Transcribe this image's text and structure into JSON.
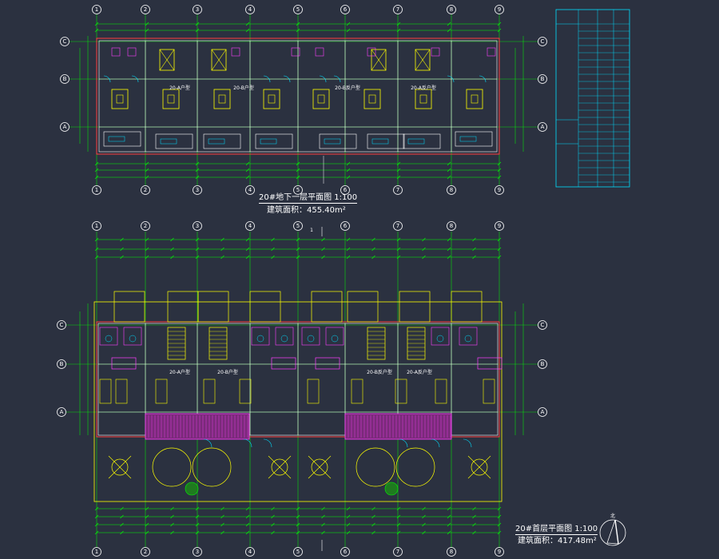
{
  "drawing": {
    "background": "#2b3140",
    "colors": {
      "grid": "#00ff00",
      "wall": "#ffffff",
      "outline_red": "#ff4040",
      "furniture": "#ffff00",
      "magenta": "#ff40ff",
      "cyan": "#00e0ff",
      "table_border": "#00e0ff"
    }
  },
  "axes": {
    "columns": [
      "1",
      "2",
      "3",
      "4",
      "5",
      "6",
      "7",
      "8",
      "9"
    ],
    "rows": [
      "C",
      "B",
      "A"
    ]
  },
  "basement_plan": {
    "units": [
      {
        "label": "20-A户型"
      },
      {
        "label": "20-B户型"
      },
      {
        "label": "20-B反户型"
      },
      {
        "label": "20-A反户型"
      }
    ],
    "caption_title": "20#地下一层平面图  1:100",
    "caption_area": "建筑面积：455.40m²"
  },
  "ground_plan": {
    "units": [
      {
        "label": "20-A户型"
      },
      {
        "label": "20-B户型"
      },
      {
        "label": "20-B反户型"
      },
      {
        "label": "20-A反户型"
      }
    ],
    "section_mark": "1",
    "caption_title": "20#首层平面图  1:100",
    "caption_area": "建筑面积：417.48m²"
  },
  "north_arrow": {
    "label": "北",
    "icon": "north-arrow-icon"
  }
}
